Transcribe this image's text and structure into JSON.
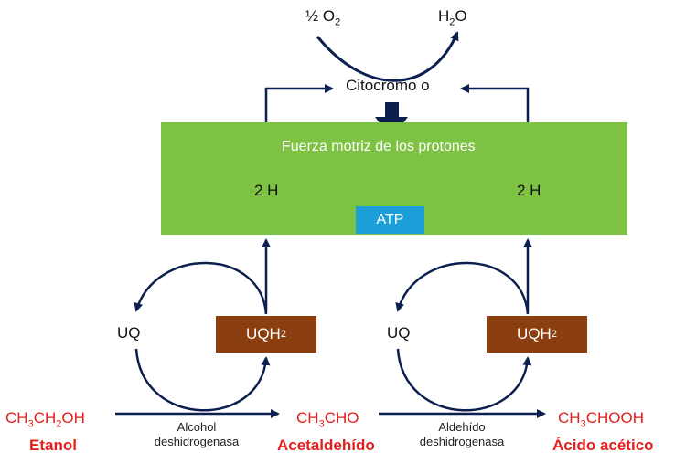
{
  "colors": {
    "green_band": "#7dc242",
    "atp_blue": "#1c9ed9",
    "uqh2_brown": "#8b3e10",
    "arrow_navy": "#0d1f4f",
    "compound_red": "#e2201c"
  },
  "top": {
    "oxygen": "½ O",
    "oxygen_sub": "2",
    "water_pre": "H",
    "water_sub": "2",
    "water_post": "O"
  },
  "cytochrome": "Citocromo o",
  "band": {
    "title": "Fuerza motriz de los protones",
    "left_h": "2 H",
    "right_h": "2 H",
    "atp": "ATP"
  },
  "cycles": [
    {
      "uq": "UQ",
      "uqh2_main": "UQH",
      "uqh2_sub": "2"
    },
    {
      "uq": "UQ",
      "uqh2_main": "UQH",
      "uqh2_sub": "2"
    }
  ],
  "compounds": [
    {
      "formula_parts": [
        "CH",
        "3",
        "CH",
        "2",
        "OH"
      ],
      "name": "Etanol"
    },
    {
      "formula_parts": [
        "CH",
        "3",
        "CHO"
      ],
      "name": "Acetaldehído"
    },
    {
      "formula_parts": [
        "CH",
        "3",
        "CHOOH"
      ],
      "name": "Ácido acético"
    }
  ],
  "enzymes": [
    {
      "line1": "Alcohol",
      "line2": "deshidrogenasa"
    },
    {
      "line1": "Aldehído",
      "line2": "deshidrogenasa"
    }
  ]
}
